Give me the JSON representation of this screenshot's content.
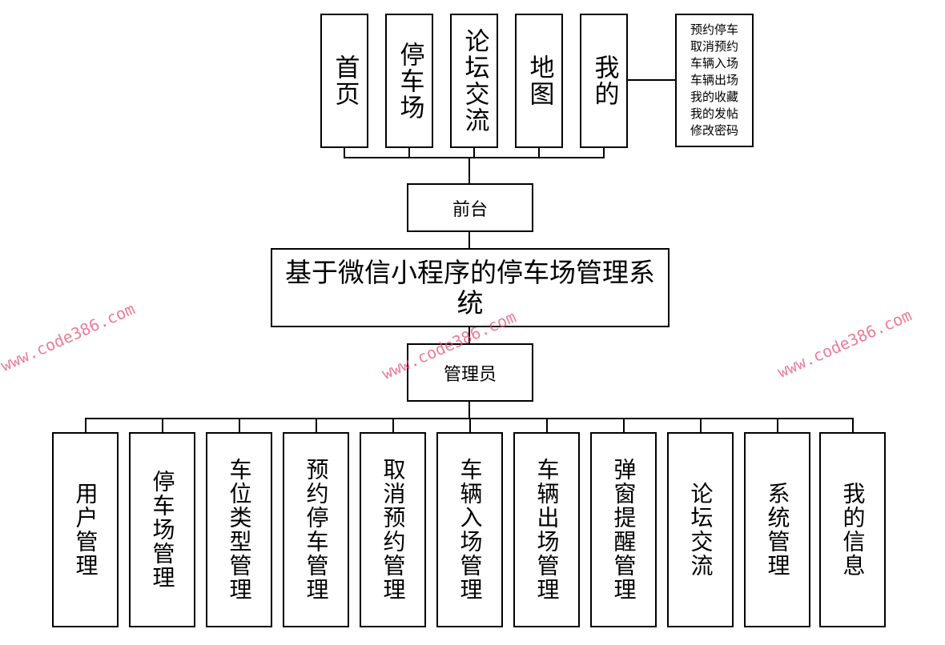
{
  "top_cutoff_text": "",
  "frontend": {
    "label": "前台",
    "modules": [
      "首页",
      "停车场",
      "论坛交流",
      "地图",
      "我的"
    ],
    "my_submenu": [
      "预约停车",
      "取消预约",
      "车辆入场",
      "车辆出场",
      "我的收藏",
      "我的发帖",
      "修改密码"
    ]
  },
  "system": {
    "title": "基于微信小程序的停车场管理系统"
  },
  "admin": {
    "label": "管理员",
    "modules": [
      "用户管理",
      "停车场管理",
      "车位类型管理",
      "预约停车管理",
      "取消预约管理",
      "车辆入场管理",
      "车辆出场管理",
      "弹窗提醒管理",
      "论坛交流",
      "系统管理",
      "我的信息"
    ]
  },
  "watermarks": [
    "www.code386.com",
    "www.code386.com",
    "www.code386.com"
  ],
  "colors": {
    "line": "#000000",
    "watermark": "#e65078"
  }
}
